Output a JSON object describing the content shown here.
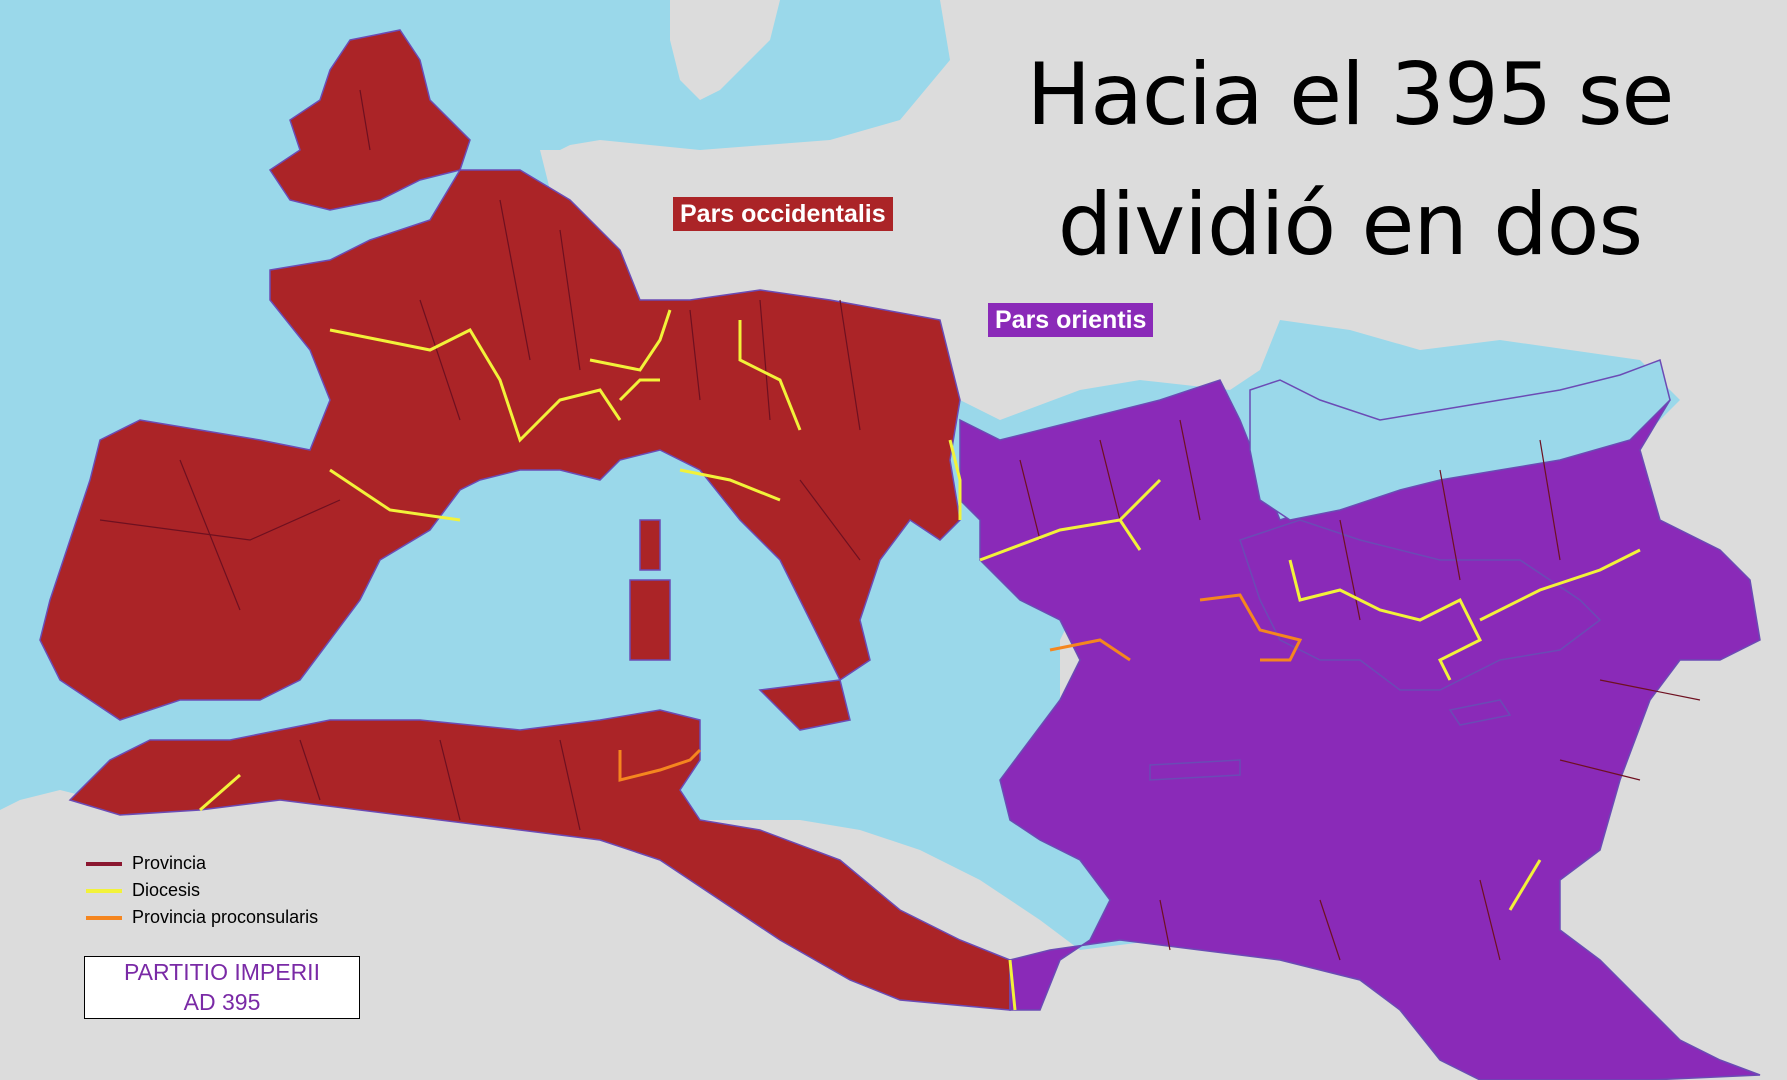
{
  "slide": {
    "title_line1": "Hacia el 395 se",
    "title_line2": "dividió en dos"
  },
  "map": {
    "regions": [
      {
        "name": "Pars occidentalis",
        "color": "#ab2427"
      },
      {
        "name": "Pars orientis",
        "color": "#8a2ab8"
      }
    ],
    "sea_color": "#9ad8ea",
    "land_color": "#dcdcdc",
    "legend": [
      {
        "label": "Provincia",
        "color": "#8b1730"
      },
      {
        "label": "Diocesis",
        "color": "#f2f23a"
      },
      {
        "label": "Provincia proconsularis",
        "color": "#f5861f"
      }
    ],
    "caption_line1": "PARTITIO IMPERII",
    "caption_line2": "AD 395"
  }
}
